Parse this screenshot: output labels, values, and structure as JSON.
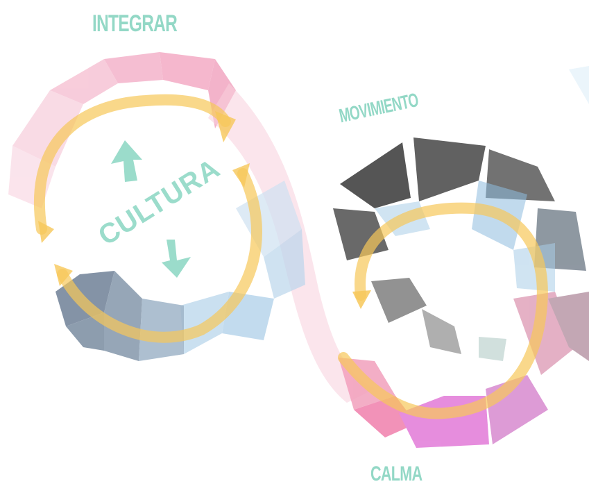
{
  "labels": {
    "top": "INTEGRAR",
    "right": "MOVIMIENTO",
    "bottom": "CALMA",
    "center": "CULTURA"
  },
  "colors": {
    "label_teal": "#93d8c6",
    "arrow_teal": "#9bdccb",
    "flow_yellow": "#f7c85a",
    "pink": "#f2a0bd",
    "pale_pink": "#f7cfdd",
    "light_blue": "#a9cde8",
    "slate": "#6f8197",
    "dark_gray": "#4a4a4a",
    "magenta": "#e27ad8"
  }
}
